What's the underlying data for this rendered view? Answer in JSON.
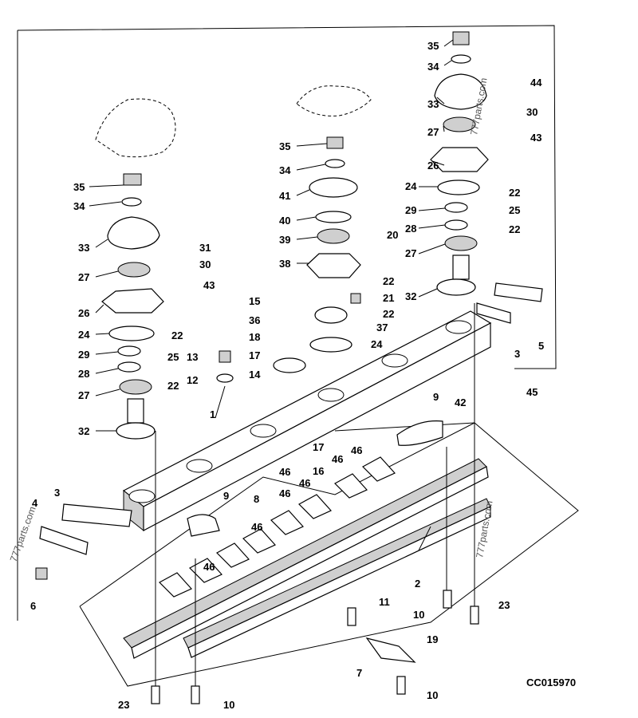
{
  "drawing_code": "CC015970",
  "watermarks": [
    "777parts.com",
    "777parts.com",
    "777parts.com"
  ],
  "callouts": {
    "c1": "1",
    "c2": "2",
    "c3a": "3",
    "c3b": "3",
    "c4": "4",
    "c5": "5",
    "c6": "6",
    "c7": "7",
    "c8": "8",
    "c9a": "9",
    "c9b": "9",
    "c10a": "10",
    "c10b": "10",
    "c10c": "10",
    "c11": "11",
    "c12": "12",
    "c13": "13",
    "c14": "14",
    "c15": "15",
    "c16": "16",
    "c17a": "17",
    "c17b": "17",
    "c18": "18",
    "c19": "19",
    "c20": "20",
    "c21": "21",
    "c22a": "22",
    "c22b": "22",
    "c22c": "22",
    "c22d": "22",
    "c22e": "22",
    "c22f": "22",
    "c23a": "23",
    "c23b": "23",
    "c24a": "24",
    "c24b": "24",
    "c24c": "24",
    "c25a": "25",
    "c25b": "25",
    "c26a": "26",
    "c26b": "26",
    "c27a": "27",
    "c27b": "27",
    "c27c": "27",
    "c27d": "27",
    "c28a": "28",
    "c28b": "28",
    "c29a": "29",
    "c29b": "29",
    "c30a": "30",
    "c30b": "30",
    "c31": "31",
    "c32a": "32",
    "c32b": "32",
    "c33a": "33",
    "c33b": "33",
    "c34a": "34",
    "c34b": "34",
    "c34c": "34",
    "c35a": "35",
    "c35b": "35",
    "c35c": "35",
    "c36": "36",
    "c37": "37",
    "c38": "38",
    "c39": "39",
    "c40": "40",
    "c41": "41",
    "c42": "42",
    "c43a": "43",
    "c43b": "43",
    "c44": "44",
    "c45": "45",
    "c46a": "46",
    "c46b": "46",
    "c46c": "46",
    "c46d": "46",
    "c46e": "46",
    "c46f": "46",
    "c46g": "46"
  }
}
